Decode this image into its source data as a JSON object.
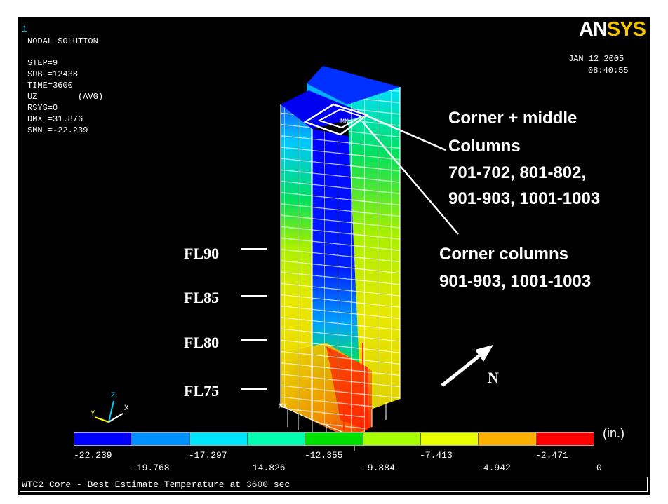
{
  "header": {
    "window_number": "1",
    "title": "NODAL SOLUTION",
    "params": [
      "STEP=9",
      "SUB =12438",
      "TIME=3600",
      "UZ        (AVG)",
      "RSYS=0",
      "DMX =31.876",
      "SMN =-22.239"
    ],
    "date": "JAN 12 2005",
    "time": "08:40:55",
    "logo_part1": "AN",
    "logo_part2": "SYS"
  },
  "annotations": {
    "corner_middle_line1": "Corner + middle",
    "corner_middle_line2": "Columns",
    "corner_middle_line3": "701-702, 801-802,",
    "corner_middle_line4": "901-903, 1001-1003",
    "corner_columns_line1": "Corner columns",
    "corner_columns_line2": "901-903, 1001-1003",
    "floors": [
      "FL90",
      "FL85",
      "FL80",
      "FL75"
    ],
    "north": "N",
    "mn_marker": "MN",
    "mx_marker": "MX"
  },
  "axis_triad": {
    "x": "X",
    "y": "Y",
    "z": "Z"
  },
  "legend": {
    "colors": [
      "#0000ff",
      "#0090ff",
      "#00e6ff",
      "#00ffb0",
      "#00e000",
      "#a8ff00",
      "#e8ff00",
      "#ffb000",
      "#ff0000"
    ],
    "upper_values": [
      "-22.239",
      "-17.297",
      "-12.355",
      "-7.413",
      "-2.471"
    ],
    "lower_values": [
      "-19.768",
      "-14.826",
      "-9.884",
      "-4.942",
      "0"
    ],
    "unit": "(in.)"
  },
  "footer": {
    "caption": "WTC2 Core - Best Estimate Temperature at 3600 sec"
  }
}
